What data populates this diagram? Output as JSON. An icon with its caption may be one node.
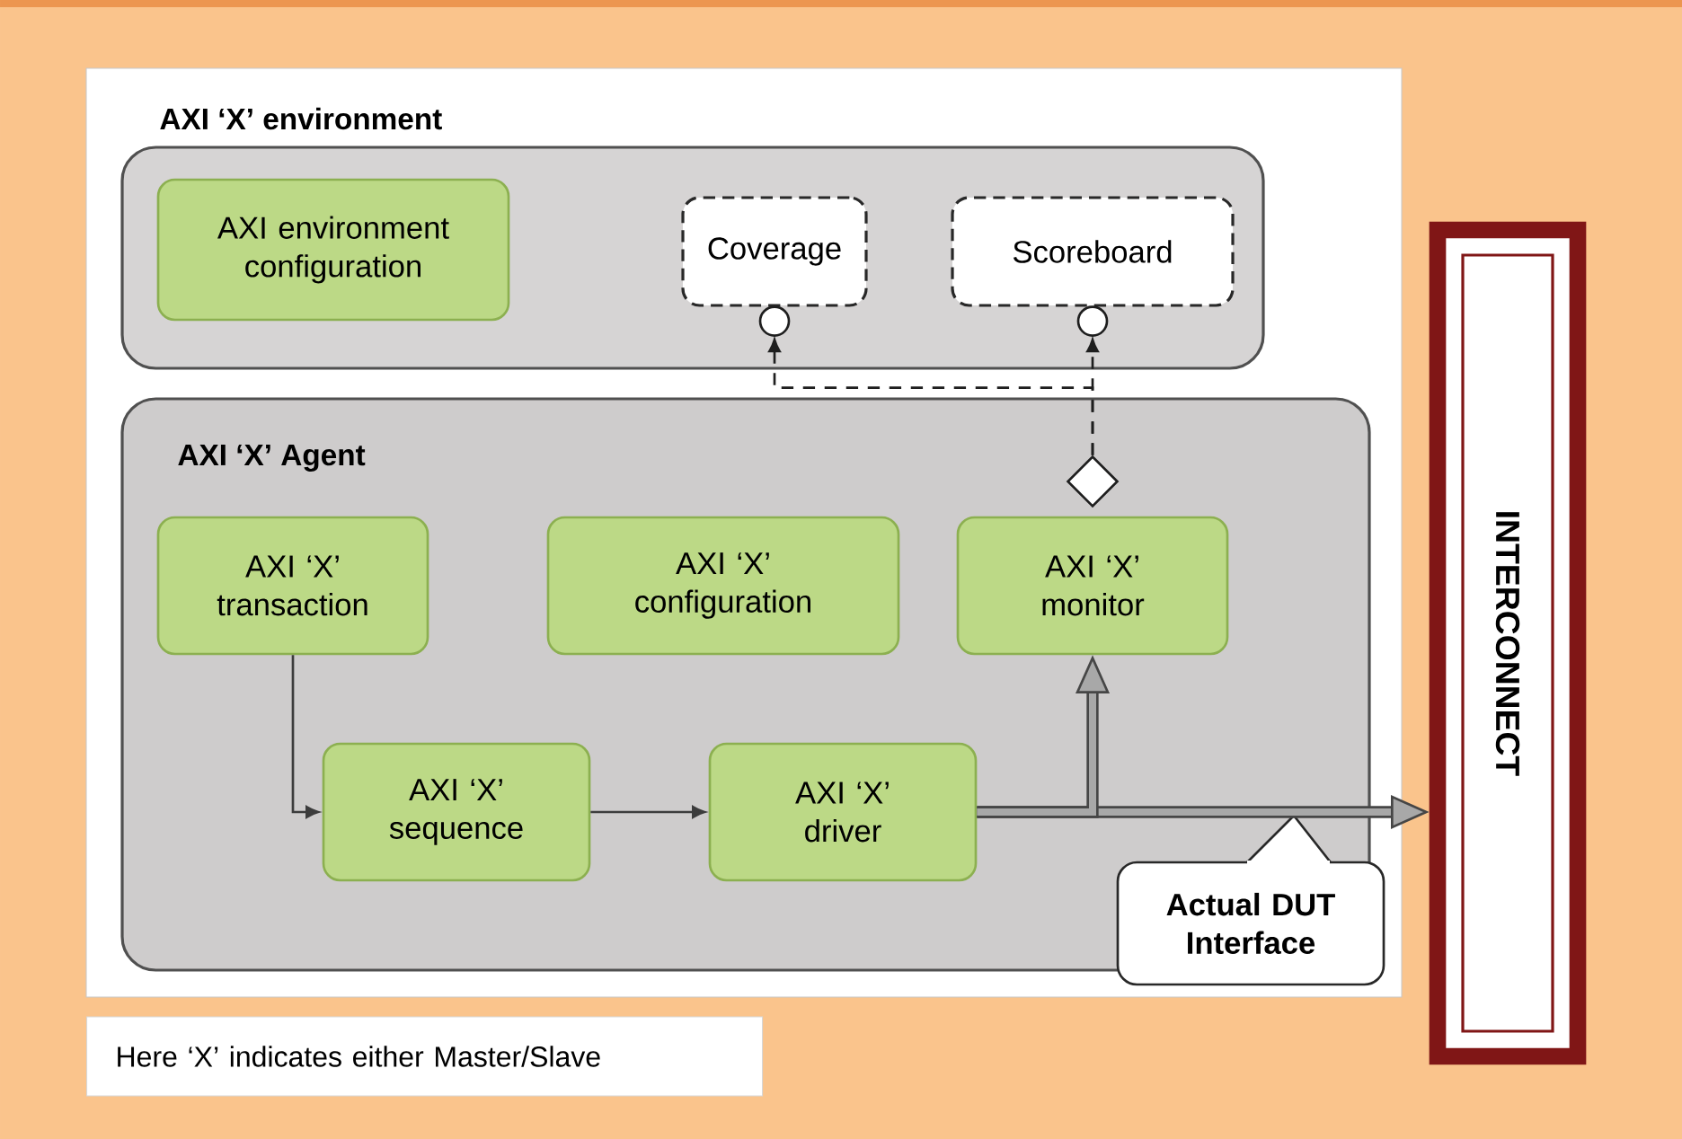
{
  "diagram": {
    "nodes": [
      {
        "text": [
          "AXI ‘X’ environment"
        ]
      },
      {
        "text": [],
        "shape": "box",
        "in": 0
      },
      {
        "text": [
          "AXI environment configuration"
        ],
        "in": 1
      },
      {
        "text": [
          "Coverage"
        ],
        "in": 1
      },
      {
        "text": [
          "Scoreboard"
        ],
        "in": 1
      },
      {
        "text": [
          "AXI ‘X’ Agent"
        ],
        "in": 0
      },
      {
        "text": [
          "AXI ‘X’ transaction"
        ],
        "in": 5
      },
      {
        "text": [
          "AXI ‘X’ configuration"
        ],
        "in": 5
      },
      {
        "text": [
          "AXI ‘X’ monitor"
        ],
        "in": 5
      },
      {
        "text": [
          "AXI ‘X’ sequence"
        ],
        "in": 5
      },
      {
        "text": [
          "AXI ‘X’ driver"
        ],
        "in": 5
      },
      {
        "text": [],
        "shape": "diamond",
        "in": 5
      },
      {
        "text": [
          "INTERCONNECT"
        ]
      },
      {
        "text": [
          "Actual DUT Interface"
        ],
        "in": 0
      }
    ],
    "edges": [
      {
        "from": 6,
        "to": 9,
        "arrow": "to"
      },
      {
        "from": 9,
        "to": 10,
        "arrow": "to"
      },
      {
        "from": 10,
        "to": 12,
        "arrow": "to",
        "style": "thick"
      },
      {
        "from": 10,
        "to": 8,
        "arrow": "to",
        "style": "thick"
      },
      {
        "from": 11,
        "to": 3,
        "arrow": "to",
        "style": "dashed"
      },
      {
        "from": 11,
        "to": 4,
        "arrow": "to",
        "style": "dashed"
      }
    ],
    "labels": [
      "Here ‘X’ indicates either Master/Slave"
    ]
  }
}
